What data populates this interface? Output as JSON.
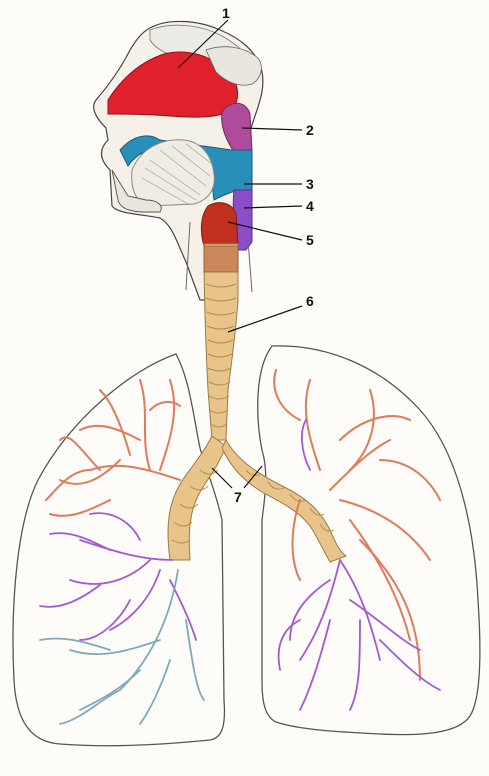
{
  "labels": {
    "l1": "1",
    "l2": "2",
    "l3": "3",
    "l4": "4",
    "l5": "5",
    "l6": "6",
    "l7": "7"
  },
  "colors": {
    "nasal_cavity": "#e0202a",
    "nasopharynx": "#b04a9a",
    "oropharynx": "#2a8fb8",
    "laryngopharynx": "#8a4fc8",
    "larynx": "#c2301e",
    "trachea": "#e8c48a",
    "arteries": "#e07a5a",
    "veins_purple": "#a35ad0",
    "veins_blue": "#7fa9b8",
    "lung_outline": "#555555"
  }
}
